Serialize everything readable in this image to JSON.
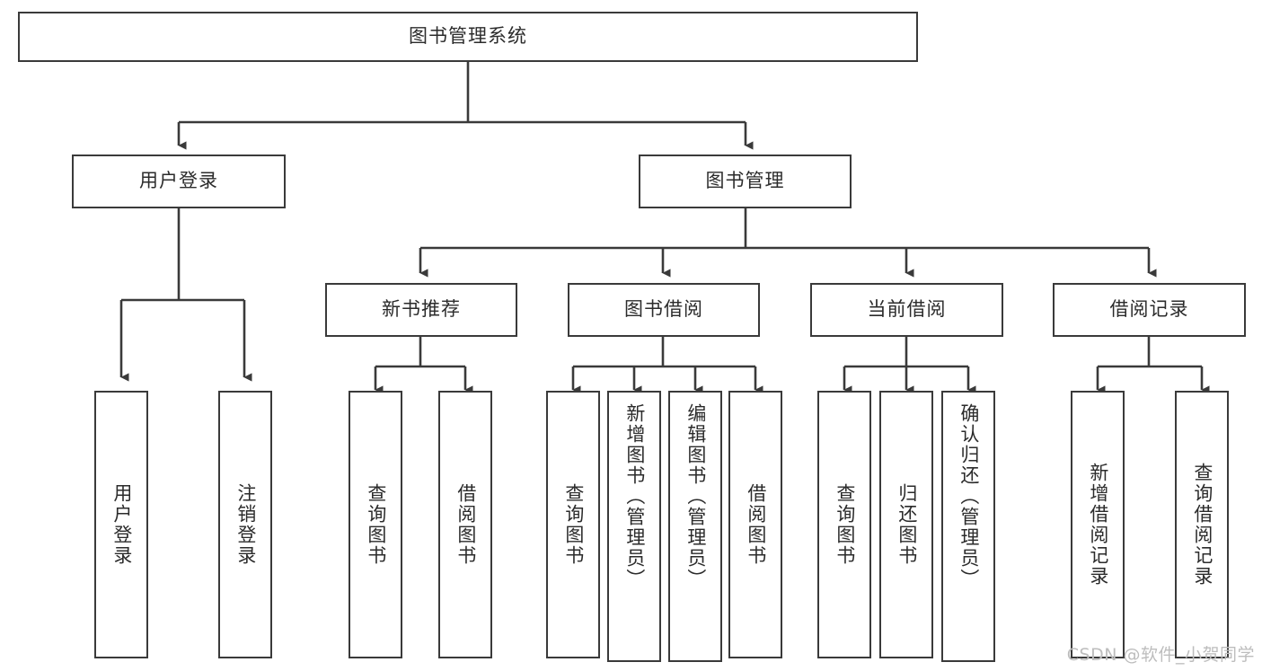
{
  "diagram": {
    "type": "tree",
    "title_node": {
      "label": "图书管理系统"
    },
    "level1": [
      {
        "id": "user-login",
        "label": "用户登录"
      },
      {
        "id": "book-manage",
        "label": "图书管理"
      }
    ],
    "level2": [
      {
        "id": "new-book-recommend",
        "label": "新书推荐",
        "parent": "book-manage"
      },
      {
        "id": "book-borrow",
        "label": "图书借阅",
        "parent": "book-manage"
      },
      {
        "id": "current-borrow",
        "label": "当前借阅",
        "parent": "book-manage"
      },
      {
        "id": "borrow-record",
        "label": "借阅记录",
        "parent": "book-manage"
      }
    ],
    "leaves": {
      "user_login": [
        {
          "id": "leaf-user-login",
          "label": "用户登录"
        },
        {
          "id": "leaf-logout-login",
          "label": "注销登录"
        }
      ],
      "new_book_recommend": [
        {
          "id": "leaf-query-book-1",
          "label": "查询图书"
        },
        {
          "id": "leaf-borrow-book-1",
          "label": "借阅图书"
        }
      ],
      "book_borrow": [
        {
          "id": "leaf-query-book-2",
          "label": "查询图书"
        },
        {
          "id": "leaf-add-book",
          "label": "新增图书（管理员）"
        },
        {
          "id": "leaf-edit-book",
          "label": "编辑图书（管理员）"
        },
        {
          "id": "leaf-borrow-book-2",
          "label": "借阅图书"
        }
      ],
      "current_borrow": [
        {
          "id": "leaf-query-book-3",
          "label": "查询图书"
        },
        {
          "id": "leaf-return-book",
          "label": "归还图书"
        },
        {
          "id": "leaf-confirm-return",
          "label": "确认归还（管理员）"
        }
      ],
      "borrow_record": [
        {
          "id": "leaf-add-record",
          "label": "新增借阅记录"
        },
        {
          "id": "leaf-query-record",
          "label": "查询借阅记录"
        }
      ]
    }
  },
  "watermark": {
    "text": "CSDN @软件_小贺同学"
  },
  "colors": {
    "stroke": "#3a3a3a",
    "text": "#2b2b2b",
    "background": "#ffffff",
    "watermark": "#bdbdbd"
  }
}
